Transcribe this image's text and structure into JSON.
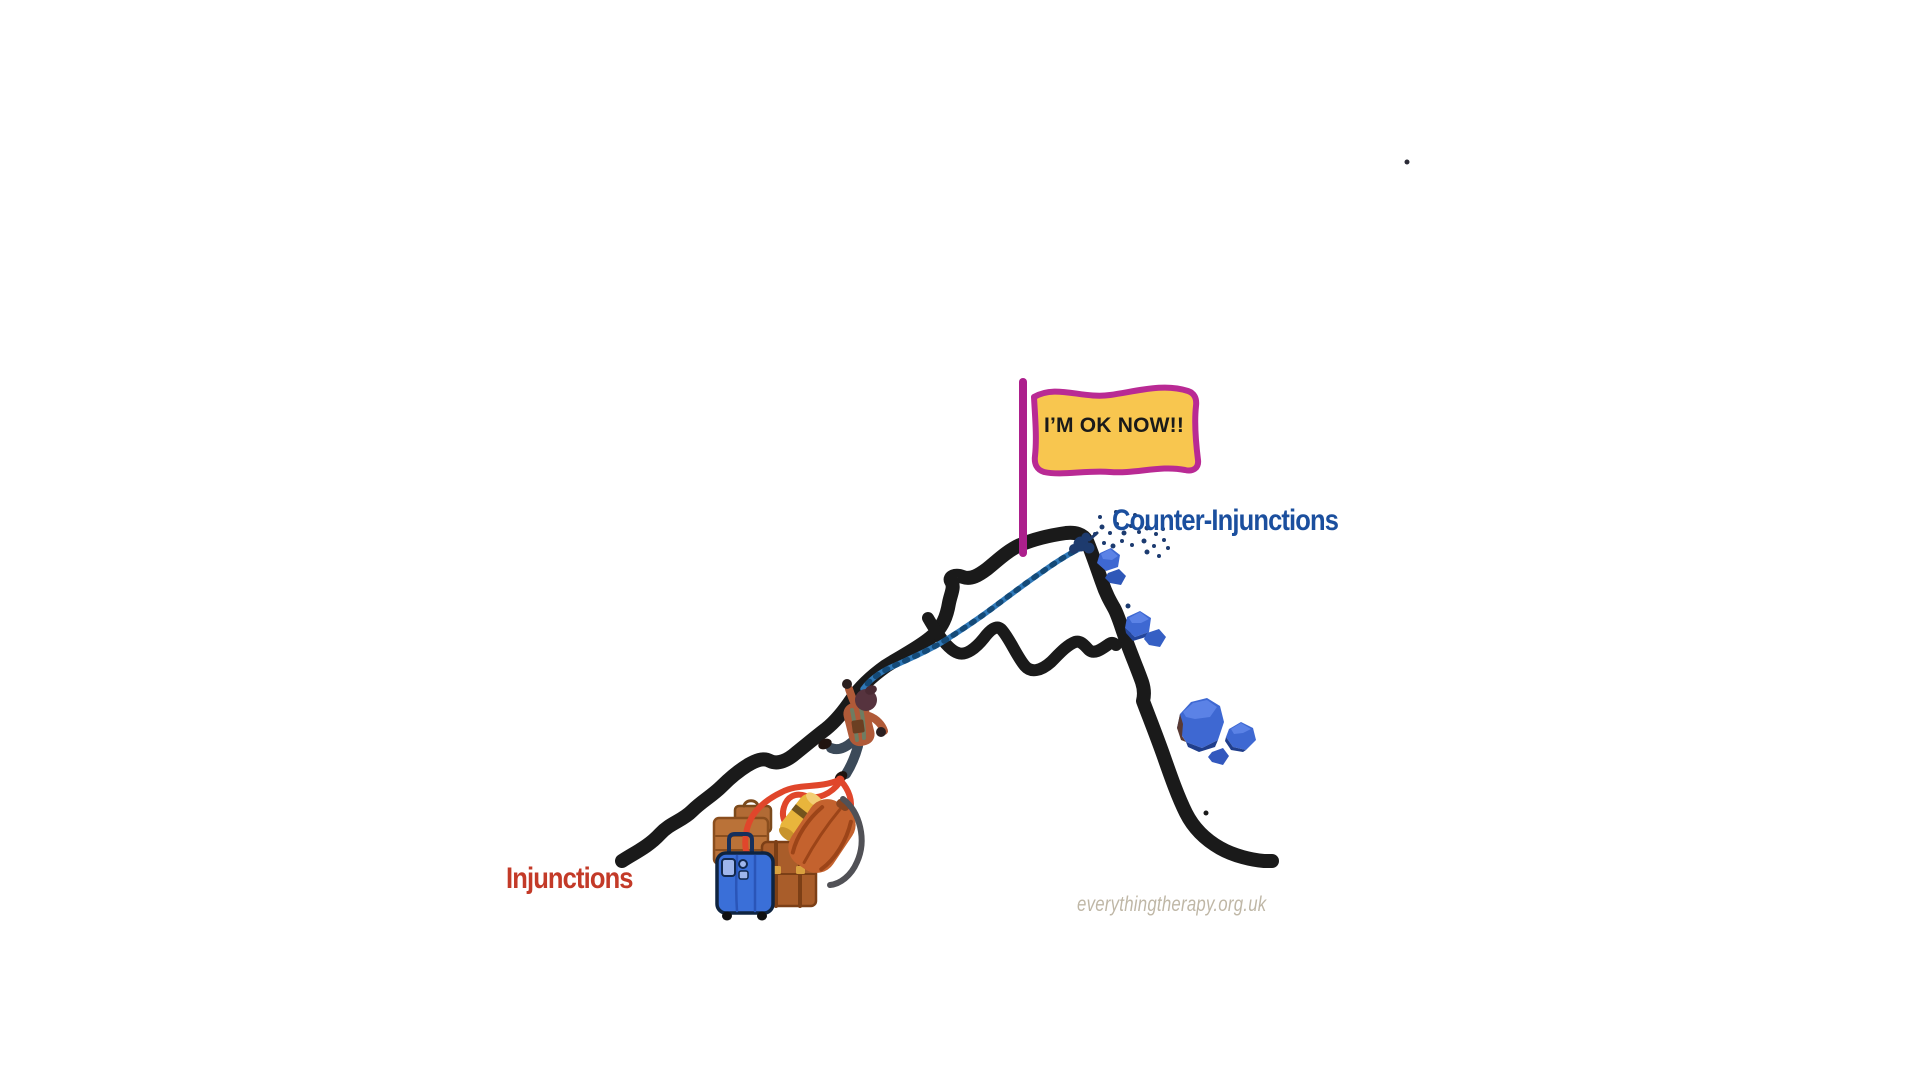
{
  "labels": {
    "flag_text": "I’M OK NOW!!",
    "counter_injunctions": "Counter-Injunctions",
    "injunctions": "Injunctions",
    "watermark": "everythingtherapy.org.uk"
  },
  "colors": {
    "background": "#FFFFFF",
    "mountain": "#1A1A1A",
    "flag_fill": "#F8C64F",
    "flag_border": "#B92A94",
    "flag_pole": "#AC1F8C",
    "flag_text": "#1A1A1A",
    "counter_injunctions_text": "#1B4F9E",
    "injunctions_text": "#C33A28",
    "watermark_text": "#BFB7A6",
    "rope": "#3079B8",
    "rope_dark": "#144A78",
    "rope_anchor": "#1E3B6E",
    "rocks": "#3E68D2",
    "climber_jacket": "#B05A38",
    "climber_pants": "#3C4A59",
    "climber_hair": "#56333E",
    "luggage_brown": "#B26B35",
    "suitcase_blue": "#3A6FD8",
    "backpack_orange": "#C4622E",
    "mat_yellow": "#E8B53C",
    "drag_rope_red": "#E0462B"
  },
  "scene": {
    "description": "Hand-drawn mountain: climber dragging luggage (injunctions) up the left slope, flag on summit, blue counter-injunction rocks tumbling down the right slope",
    "icons": [
      "mountain-icon",
      "flag-icon",
      "climber-icon",
      "luggage-icon",
      "rope-icon",
      "rocks-icon"
    ]
  }
}
